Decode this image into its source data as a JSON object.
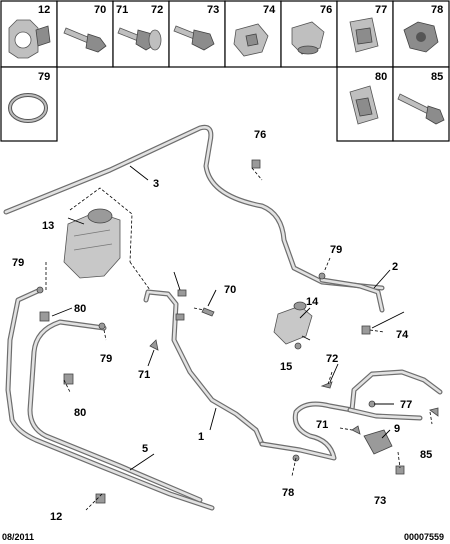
{
  "header_cells": [
    {
      "ref": "12",
      "icon": "hose-clip-icon"
    },
    {
      "ref": "70",
      "icon": "bolt-icon"
    },
    {
      "ref": "71",
      "icon": "screw-icon"
    },
    {
      "ref": "72",
      "icon": "flange-bolt-icon"
    },
    {
      "ref": "73",
      "icon": "hex-bolt-icon"
    },
    {
      "ref": "74",
      "icon": "clip-icon"
    },
    {
      "ref": "76",
      "icon": "clip-icon"
    },
    {
      "ref": "77",
      "icon": "nut-clip-icon"
    },
    {
      "ref": "78",
      "icon": "nut-icon"
    }
  ],
  "second_row_cells": [
    {
      "ref": "79",
      "icon": "hose-clamp-icon"
    },
    {
      "ref": "80",
      "icon": "nut-clip-icon"
    },
    {
      "ref": "85",
      "icon": "long-bolt-icon"
    }
  ],
  "callouts": {
    "c1": "1",
    "c2": "2",
    "c3": "3",
    "c5": "5",
    "c9": "9",
    "c12": "12",
    "c13": "13",
    "c14": "14",
    "c15": "15",
    "c70": "70",
    "c71a": "71",
    "c71b": "71",
    "c72": "72",
    "c73": "73",
    "c74": "74",
    "c76": "76",
    "c77": "77",
    "c78": "78",
    "c79a": "79",
    "c79b": "79",
    "c79c": "79",
    "c80a": "80",
    "c80b": "80",
    "c85": "85"
  },
  "footer": {
    "date": "08/2011",
    "drawing_no": "00007559"
  }
}
